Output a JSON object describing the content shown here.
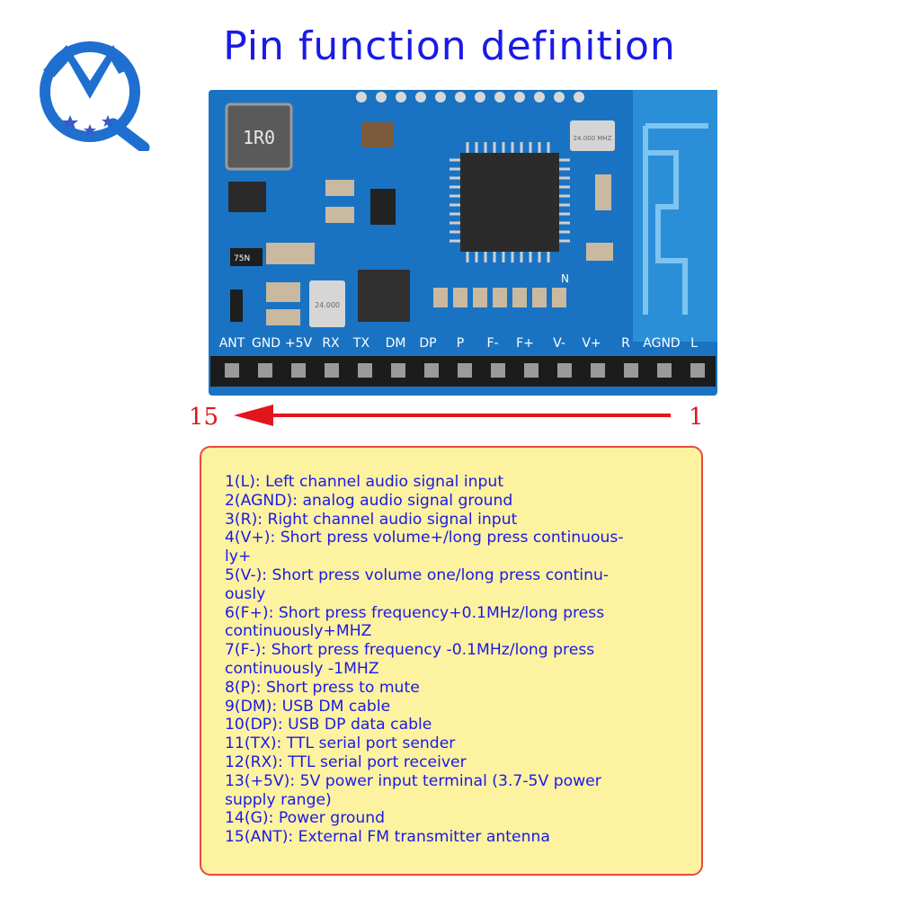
{
  "title": "Pin function definition",
  "logo": {
    "letters": "MQ",
    "brand_color": "#1f6fd0",
    "star_color": "#3a58c8"
  },
  "colors": {
    "title": "#1a1ae6",
    "pcb": "#1a73c2",
    "box_fill": "#fdf2a0",
    "box_border": "#e8483f",
    "arrow": "#e3141c"
  },
  "board": {
    "inductor_label": "1R0",
    "crystal_label": "24.000 MHZ",
    "small_crystal_label": "24.000",
    "resistor_label": "75N",
    "n_mark": "N",
    "pin_labels": [
      "ANT",
      "GND",
      "+5V",
      "RX",
      "TX",
      "DM",
      "DP",
      "P",
      "F-",
      "F+",
      "V-",
      "V+",
      "R",
      "AGND",
      "L"
    ]
  },
  "arrow": {
    "from_label": "1",
    "to_label": "15"
  },
  "pin_descriptions": [
    "1(L): Left channel audio signal input",
    "2(AGND): analog audio signal ground",
    "3(R): Right channel audio signal input",
    "4(V+): Short press volume+/long press continuous-",
    "ly+",
    "5(V-): Short press volume one/long press continu-",
    "ously",
    "6(F+): Short press frequency+0.1MHz/long press",
    "continuously+MHZ",
    "7(F-): Short press frequency -0.1MHz/long press",
    "continuously -1MHZ",
    "8(P): Short press to mute",
    "9(DM): USB DM cable",
    "10(DP): USB DP data cable",
    "11(TX): TTL serial port sender",
    "12(RX): TTL serial port receiver",
    "13(+5V): 5V power input terminal (3.7-5V power",
    "supply range)",
    "14(G): Power ground",
    "15(ANT): External FM transmitter antenna"
  ]
}
